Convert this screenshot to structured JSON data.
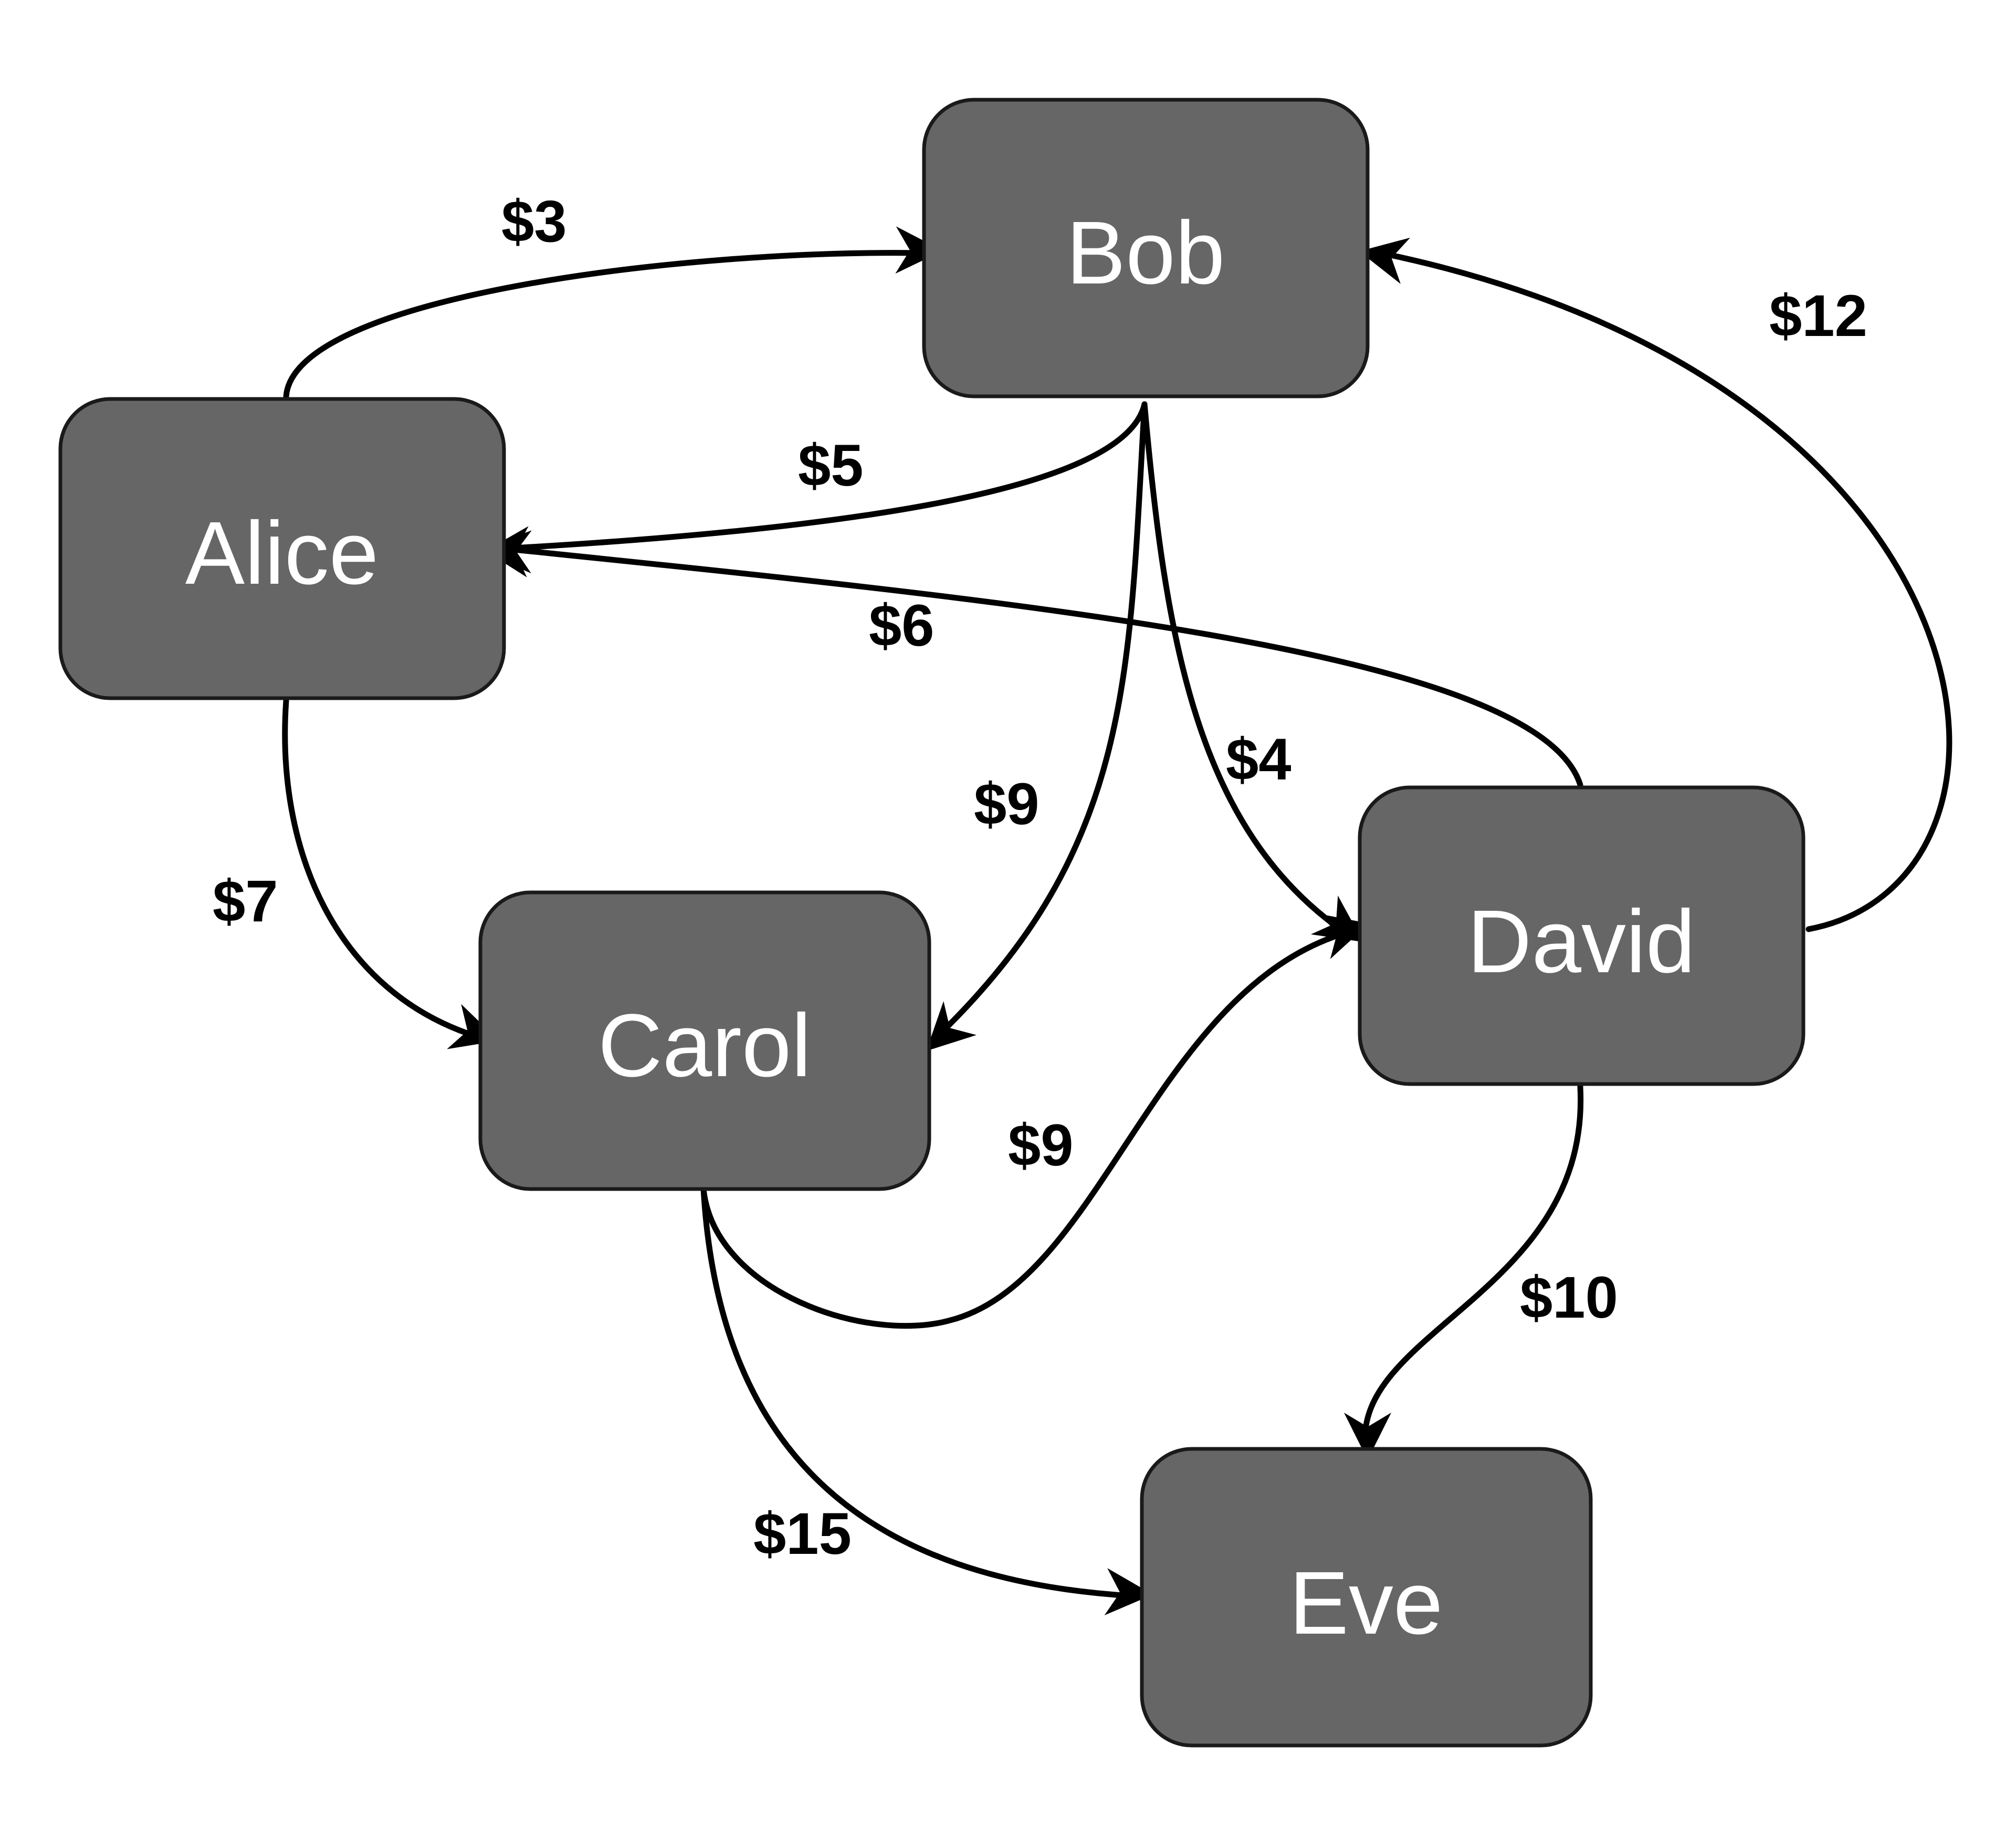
{
  "diagram": {
    "nodes": [
      {
        "id": "bob",
        "label": "Bob"
      },
      {
        "id": "alice",
        "label": "Alice"
      },
      {
        "id": "carol",
        "label": "Carol"
      },
      {
        "id": "david",
        "label": "David"
      },
      {
        "id": "eve",
        "label": "Eve"
      }
    ],
    "edges": [
      {
        "id": "alice-bob",
        "from": "Alice",
        "to": "Bob",
        "label": "$3"
      },
      {
        "id": "bob-alice",
        "from": "Bob",
        "to": "Alice",
        "label": "$5"
      },
      {
        "id": "david-alice",
        "from": "David",
        "to": "Alice",
        "label": "$6"
      },
      {
        "id": "alice-carol",
        "from": "Alice",
        "to": "Carol",
        "label": "$7"
      },
      {
        "id": "bob-carol",
        "from": "Bob",
        "to": "Carol",
        "label": "$9"
      },
      {
        "id": "bob-david",
        "from": "Bob",
        "to": "David",
        "label": "$4"
      },
      {
        "id": "david-bob",
        "from": "David",
        "to": "Bob",
        "label": "$12"
      },
      {
        "id": "carol-david",
        "from": "Carol",
        "to": "David",
        "label": "$9"
      },
      {
        "id": "david-eve",
        "from": "David",
        "to": "Eve",
        "label": "$10"
      },
      {
        "id": "carol-eve",
        "from": "Carol",
        "to": "Eve",
        "label": "$15"
      }
    ],
    "colors": {
      "node_fill": "#666666",
      "node_text": "#ffffff",
      "edge": "#000000"
    }
  }
}
